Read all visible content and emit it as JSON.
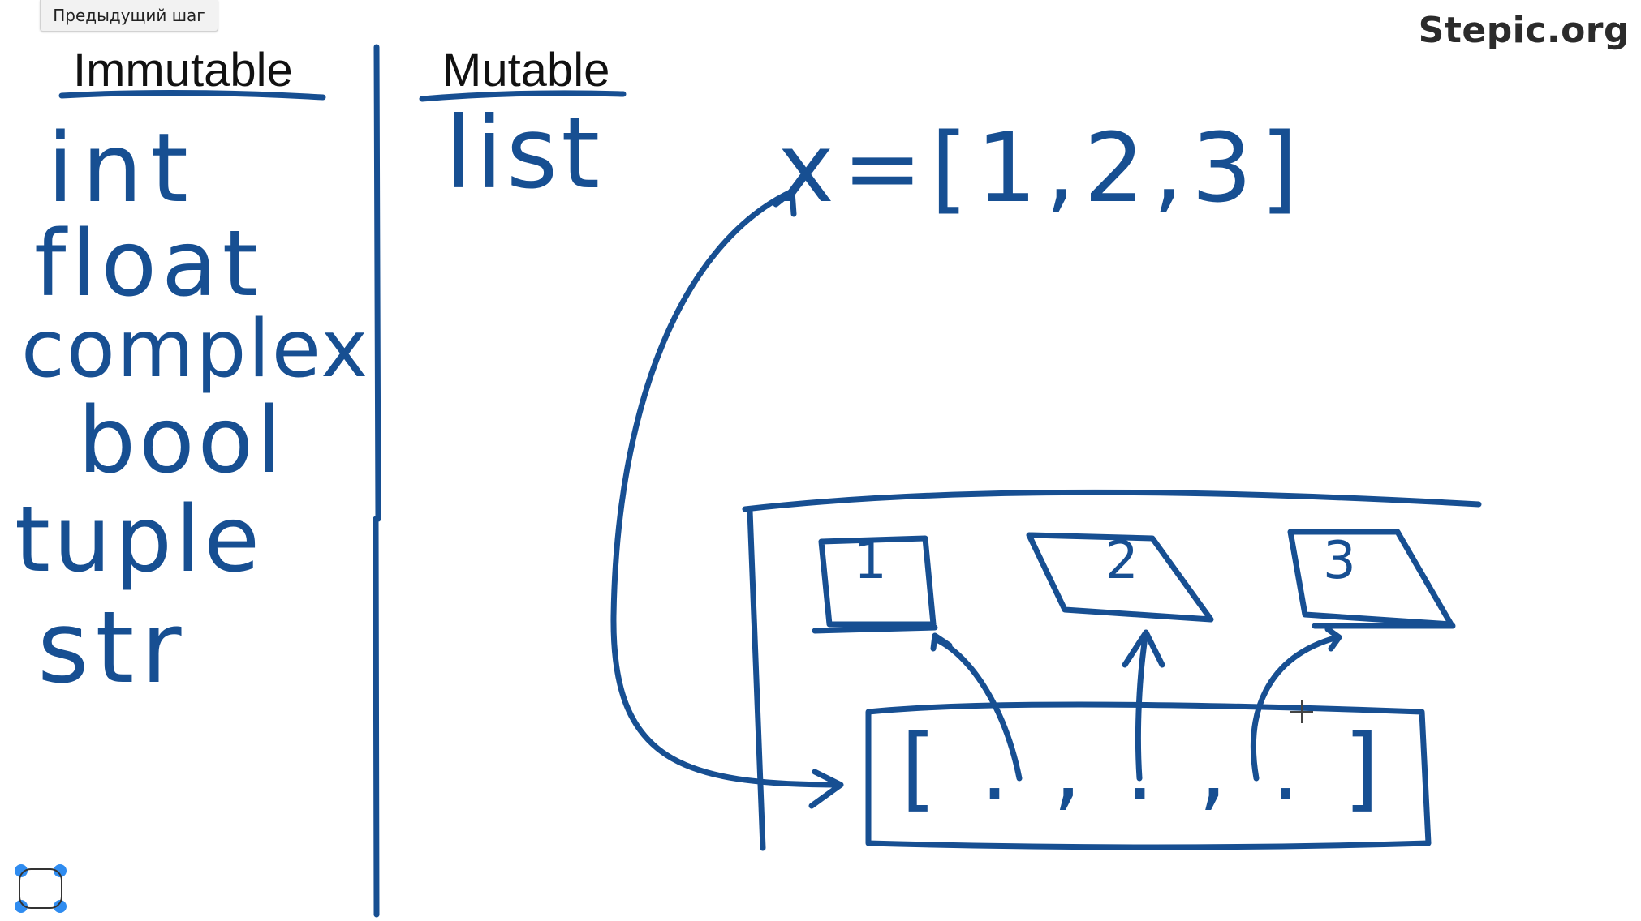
{
  "toolbar": {
    "prev_label": "Предыдущий шаг"
  },
  "brand": {
    "name": "Stepic.org"
  },
  "board": {
    "ink_color": "#174f92",
    "immutable_heading": "Immutable",
    "mutable_heading": "Mutable",
    "immutable_types": [
      "int",
      "float",
      "complex",
      "bool",
      "tuple",
      "str"
    ],
    "mutable_types": [
      "list"
    ],
    "assignment": "x=[1,2,3]",
    "boxes": [
      "1",
      "2",
      "3"
    ],
    "list_repr": "[.,.,.]"
  },
  "controls": {
    "expand_icon": "expand-icon",
    "cursor_icon": "crosshair-cursor-icon"
  }
}
